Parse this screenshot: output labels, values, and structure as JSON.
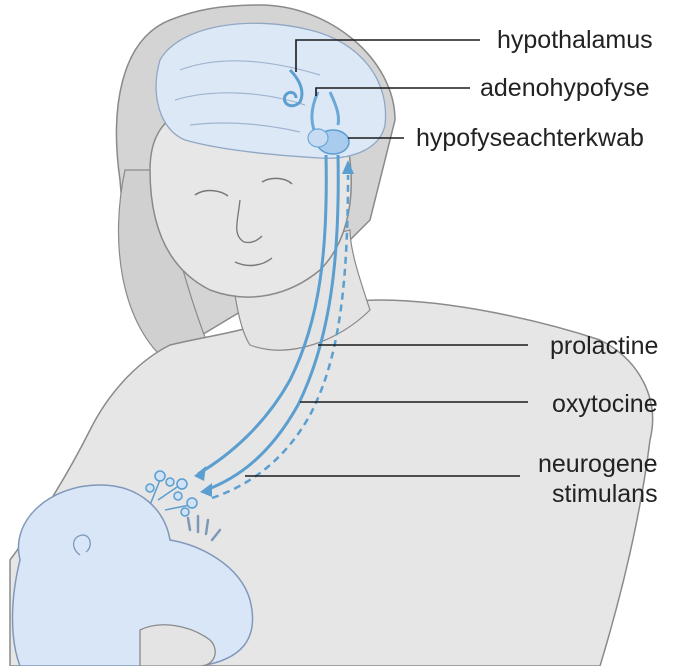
{
  "labels": {
    "hypothalamus": "hypothalamus",
    "adenohypofyse": "adenohypofyse",
    "hypofyseachterkwab": "hypofyseachterkwab",
    "prolactine": "prolactine",
    "oxytocine": "oxytocine",
    "neurogene_line1": "neurogene",
    "neurogene_line2": "stimulans"
  },
  "colors": {
    "skin": "#e3e3e3",
    "outline": "#8a8a8a",
    "hair": "#d6d6d6",
    "brain": "#dde8f7",
    "accent_blue": "#5b9ed0",
    "leader_line": "#1a1a1a",
    "baby": "#d8e6f8"
  }
}
